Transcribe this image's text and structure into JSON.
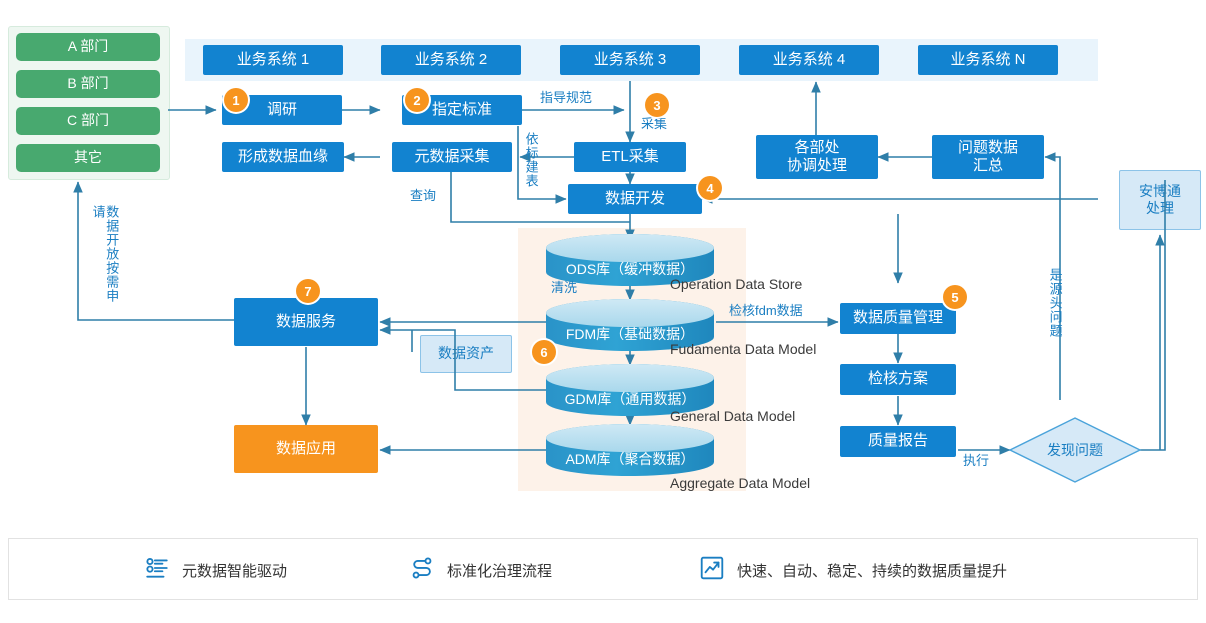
{
  "departments": {
    "items": [
      {
        "label": "A 部门"
      },
      {
        "label": "B 部门"
      },
      {
        "label": "C 部门"
      },
      {
        "label": "其它"
      }
    ]
  },
  "business_systems": {
    "items": [
      {
        "label": "业务系统 1"
      },
      {
        "label": "业务系统 2"
      },
      {
        "label": "业务系统 3"
      },
      {
        "label": "业务系统 4"
      },
      {
        "label": "业务系统 N"
      }
    ]
  },
  "process_nodes": {
    "survey": "调研",
    "set_standard": "指定标准",
    "etl_collect": "ETL采集",
    "metadata_collect": "元数据采集",
    "data_lineage": "形成数据血缘",
    "data_development": "数据开发",
    "data_service": "数据服务",
    "data_application": "数据应用",
    "data_asset": "数据资产",
    "data_quality_mgmt": "数据质量管理",
    "audit_plan": "检核方案",
    "quality_report": "质量报告",
    "find_problem": "发现问题",
    "problem_data_summary": "问题数据\n汇总",
    "problem_data_summary_l1": "问题数据",
    "problem_data_summary_l2": "汇总",
    "dept_coordination_l1": "各部处",
    "dept_coordination_l2": "协调处理",
    "anbotong_l1": "安博通",
    "anbotong_l2": "处理"
  },
  "databases": [
    {
      "label": "ODS库（缓冲数据）",
      "en": "Operation Data Store"
    },
    {
      "label": "FDM库（基础数据）",
      "en": "Fudamenta Data Model"
    },
    {
      "label": "GDM库（通用数据）",
      "en": "General Data Model"
    },
    {
      "label": "ADM库（聚合数据）",
      "en": "Aggregate Data Model"
    }
  ],
  "edge_labels": {
    "guide_spec": "指导规范",
    "collect": "采集",
    "build_table_by_standard": "依标建表",
    "query": "查询",
    "clean": "清洗",
    "audit_fdm": "检核fdm数据",
    "execute": "执行",
    "is_source_problem": "是源头问题",
    "data_open_on_demand": "数据开放按需申请"
  },
  "badges": [
    {
      "num": "1"
    },
    {
      "num": "2"
    },
    {
      "num": "3"
    },
    {
      "num": "4"
    },
    {
      "num": "5"
    },
    {
      "num": "6"
    },
    {
      "num": "7"
    }
  ],
  "legend": {
    "items": [
      {
        "icon": "sliders-icon",
        "label": "元数据智能驱动"
      },
      {
        "icon": "flow-s-icon",
        "label": "标准化治理流程"
      },
      {
        "icon": "trending-up-chart-icon",
        "label": "快速、自动、稳定、持续的数据质量提升"
      }
    ]
  },
  "colors": {
    "blue": "#1283d0",
    "green": "#48a96f",
    "orange": "#f7941e",
    "light_blue_fill": "#d6e9f7",
    "banner_bg": "#e9f4fc",
    "peach_bg": "#fdf2e9",
    "arrow_stroke": "#2f7ea8",
    "label_blue": "#1a7ec2"
  }
}
